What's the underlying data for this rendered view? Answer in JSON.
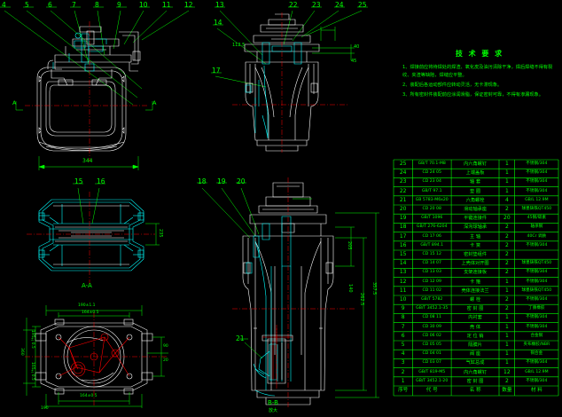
{
  "drawing": {
    "background_color": "#000000",
    "colors": {
      "geometry_green": "#00ff00",
      "geometry_white": "#ffffff",
      "highlight_cyan": "#00ffff",
      "centerline_red": "#ff0000"
    }
  },
  "views": {
    "front": {
      "label": "",
      "section_marks": [
        "A",
        "A"
      ],
      "dim_bottom": "344",
      "balloons": [
        "4",
        "5",
        "6",
        "7",
        "8",
        "9",
        "10",
        "11",
        "12"
      ]
    },
    "side": {
      "label": "",
      "balloons_left": [
        "13",
        "14",
        "17"
      ],
      "balloons_top": [
        "25",
        "24",
        "23",
        "22"
      ],
      "dim_labels": [
        "112.5",
        "40",
        "45"
      ]
    },
    "section_aa": {
      "label": "A-A",
      "balloons": [
        "15",
        "16"
      ],
      "dim_right": "235"
    },
    "right_section": {
      "label": "",
      "balloons": [
        "18",
        "19",
        "20",
        "21"
      ],
      "dim_labels": [
        "205",
        "262.5",
        "140",
        "357.5"
      ]
    },
    "plan": {
      "label": "",
      "dim_top": [
        "190±1.1",
        "164±0.5"
      ],
      "dim_left": [
        "360",
        "195±0.5",
        "165±0.5"
      ],
      "dim_bottom": [
        "164±0.5",
        "190"
      ],
      "dim_right": [
        "90",
        "20"
      ]
    },
    "detail_bb": {
      "label": "B-B",
      "sublabel": "放大"
    }
  },
  "technical_requirements": {
    "title": "技 术 要 求",
    "items": [
      "1、焊接前应将待焊处的焊渣、氧化皮及油污清除干净，焊后焊缝不得有裂纹、夹渣等缺陷，焊缝应平整。",
      "2、装配后各运动部件应转动灵活，无卡滞现象。",
      "3、所有密封件装配前应涂润滑脂，保证密封可靠，不得有渗漏现象。"
    ]
  },
  "bom": {
    "headers": [
      "序号",
      "代  号",
      "名  称",
      "数量",
      "材  料"
    ],
    "rows": [
      {
        "no": "25",
        "code": "GB/T 70.1-M8",
        "name": "内六角螺钉",
        "qty": "1",
        "material": "不锈钢/304"
      },
      {
        "no": "24",
        "code": "CD 24 05",
        "name": "上端盖板",
        "qty": "1",
        "material": "不锈钢/304"
      },
      {
        "no": "23",
        "code": "CD 23 04",
        "name": "轴  套",
        "qty": "1",
        "material": "不锈钢/304"
      },
      {
        "no": "22",
        "code": "GB/T 97.1",
        "name": "垫  圈",
        "qty": "1",
        "material": "不锈钢/304"
      },
      {
        "no": "21",
        "code": "GB 5783-M6x20",
        "name": "六角螺栓",
        "qty": "4",
        "material": "GB/L 12.9M"
      },
      {
        "no": "20",
        "code": "CD 20 08",
        "name": "滑动轴承座",
        "qty": "2",
        "material": "球墨铸铁QT450"
      },
      {
        "no": "19",
        "code": "GB/T 1096",
        "name": "平键连接件",
        "qty": "20",
        "material": "45钢/碳素"
      },
      {
        "no": "18",
        "code": "GB/T 276-6204",
        "name": "深沟球轴承",
        "qty": "2",
        "material": "轴承钢"
      },
      {
        "no": "17",
        "code": "CD 17 06",
        "name": "主  轴",
        "qty": "2",
        "material": "40Cr 调质"
      },
      {
        "no": "16",
        "code": "GB/T 894.1",
        "name": "卡  簧",
        "qty": "2",
        "material": "不锈钢/304"
      },
      {
        "no": "15",
        "code": "CD 15 12",
        "name": "密封垫组件",
        "qty": "2",
        "material": ""
      },
      {
        "no": "14",
        "code": "CD 14 07",
        "name": "上壳体对开圈",
        "qty": "2",
        "material": "球墨铸铁QT450"
      },
      {
        "no": "13",
        "code": "CD 13 03",
        "name": "支架连接板",
        "qty": "2",
        "material": "不锈钢/304"
      },
      {
        "no": "12",
        "code": "CD 12 09",
        "name": "卡  箍",
        "qty": "1",
        "material": "不锈钢/304"
      },
      {
        "no": "11",
        "code": "CD 11 02",
        "name": "壳体连接法兰",
        "qty": "1",
        "material": "球墨铸铁QT450"
      },
      {
        "no": "10",
        "code": "GB/T 5782",
        "name": "螺  栓",
        "qty": "2",
        "material": "不锈钢/304"
      },
      {
        "no": "9",
        "code": "GB/T 3452.1-35",
        "name": "密  封  圈",
        "qty": "2",
        "material": "丁腈橡胶"
      },
      {
        "no": "8",
        "code": "CD 08 11",
        "name": "内衬套",
        "qty": "1",
        "material": "不锈钢/304"
      },
      {
        "no": "7",
        "code": "CD 30 09",
        "name": "壳  体",
        "qty": "1",
        "material": "不锈钢/304"
      },
      {
        "no": "6",
        "code": "CD 06 02",
        "name": "定  位  销",
        "qty": "1",
        "material": "合金钢"
      },
      {
        "no": "5",
        "code": "CD 05 05",
        "name": "隔膜片",
        "qty": "1",
        "material": "夹布橡胶/NBR"
      },
      {
        "no": "4",
        "code": "CD 04 01",
        "name": "阀  座",
        "qty": "1",
        "material": "铜合金"
      },
      {
        "no": "3",
        "code": "CD 03 07",
        "name": "气缸总成",
        "qty": "1",
        "material": "不锈钢/304"
      },
      {
        "no": "2",
        "code": "GB/T 819-M5",
        "name": "内六角螺钉",
        "qty": "12",
        "material": "GB/L 12.9M"
      },
      {
        "no": "1",
        "code": "GB/T 3452.1-20",
        "name": "密  封  圈",
        "qty": "2",
        "material": "不锈钢/304"
      }
    ]
  }
}
